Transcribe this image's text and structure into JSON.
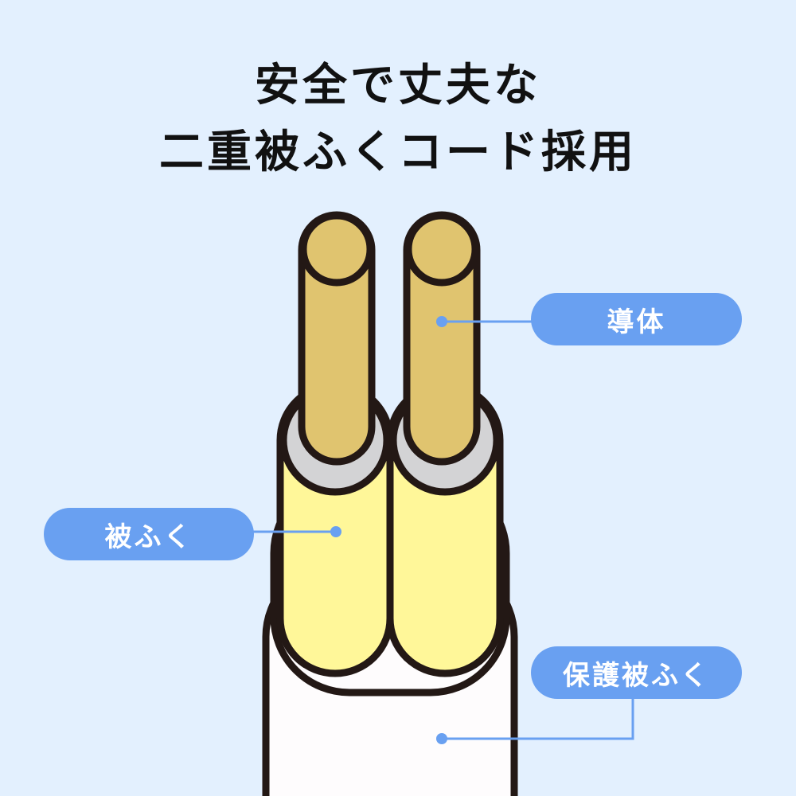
{
  "title": {
    "line1": "安全で丈夫な",
    "line2": "二重被ふくコード採用"
  },
  "labels": {
    "conductor": "導体",
    "insulation": "被ふく",
    "sheath": "保護被ふく"
  },
  "colors": {
    "background": "#e3f0fe",
    "conductor": "#e0c46f",
    "insulation": "#fff799",
    "ring": "#d3d3d5",
    "sheath": "#fefcfd",
    "outline": "#231815",
    "accent": "#69a0f1"
  }
}
